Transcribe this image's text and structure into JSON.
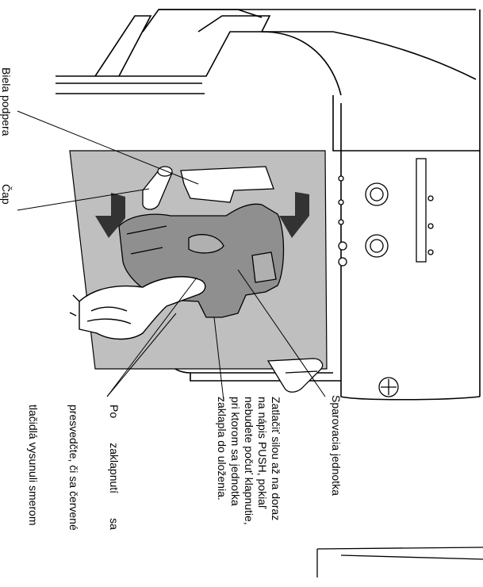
{
  "labels": {
    "biela_podpera": "Biela podpera",
    "cap": "Čap",
    "sparovacia_jednotka": "Sparovacia jednotka"
  },
  "instructions": {
    "push_lines": [
      "Zatlačiť silou až na doraz",
      "na nápis PUSH, pokiaľ",
      "nebudete počuť klapnutie,",
      "pri ktorom sa jednotka",
      "zaklapla do uloženia."
    ],
    "after_lines": [
      "Po        zaklapnutí        sa",
      "presvedčte, či sa červené",
      "tlačidlá vysunuli smerom"
    ]
  },
  "colors": {
    "panel": "#bfbfbf",
    "arrow": "#333333",
    "line": "#000000"
  }
}
